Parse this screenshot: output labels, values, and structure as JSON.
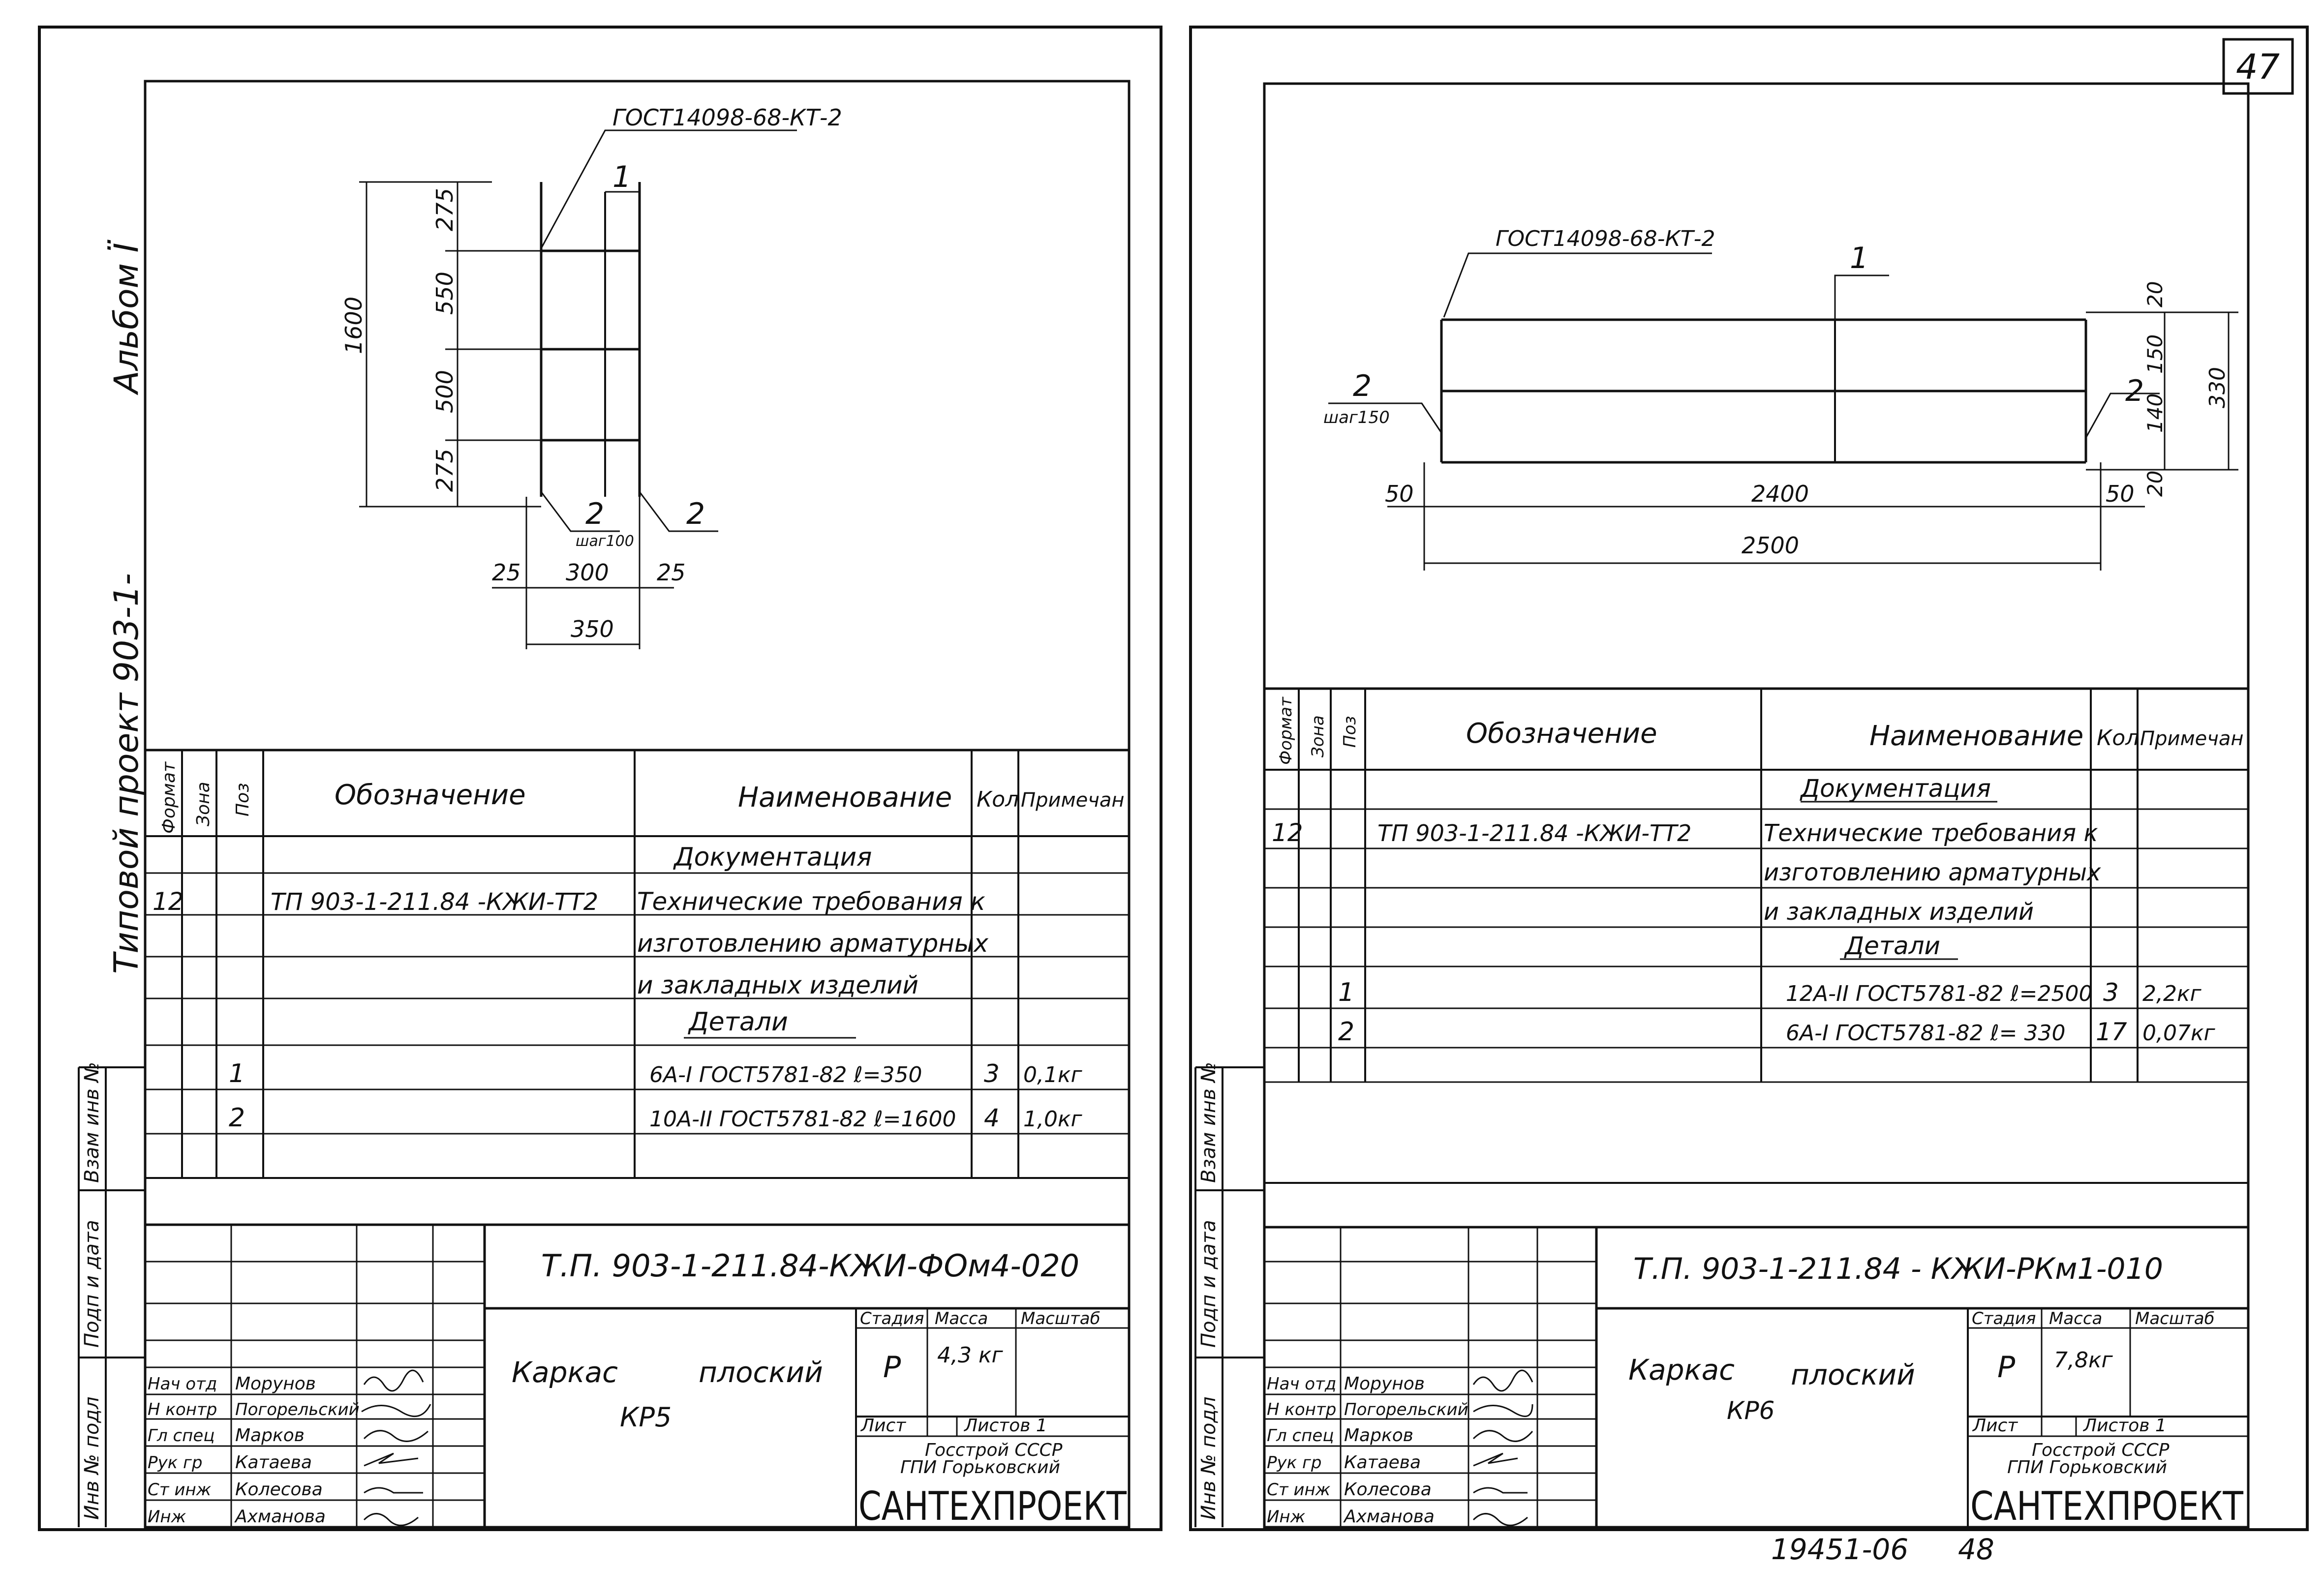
{
  "sheet": {
    "page_number": "47",
    "bottom_number": "19451-06",
    "bottom_page": "48",
    "side_album": "Альбом Ї",
    "side_project": "Типовой проект 903-1-",
    "side_labels": [
      "Взам инв №",
      "Подп и дата",
      "Инв № подл"
    ]
  },
  "left": {
    "drawing": {
      "gost": "ГОСТ14098-68-КТ-2",
      "pos1": "1",
      "pos2": "2",
      "pos2b": "2",
      "step": "шаг100",
      "dim_total": "1600",
      "dims_vertical": [
        "275",
        "550",
        "500",
        "275"
      ],
      "dim_left": "25",
      "dim_mid": "300",
      "dim_right": "25",
      "dim_width": "350"
    },
    "table": {
      "headers": [
        "Формат",
        "Зона",
        "Поз",
        "Обозначение",
        "Наименование",
        "Кол",
        "Примечан"
      ],
      "section_docs": "Документация",
      "doc_row": {
        "format": "12",
        "designation": "ТП 903-1-211.84 -КЖИ-ТТ2"
      },
      "doc_lines": [
        "Технические требования к",
        "изготовлению арматурных",
        "и закладных изделий"
      ],
      "section_parts": "Детали",
      "rows": [
        {
          "pos": "1",
          "name": "6А-I ГОСТ5781-82 ℓ=350",
          "qty": "3",
          "note": "0,1кг"
        },
        {
          "pos": "2",
          "name": "10А-II ГОСТ5781-82 ℓ=1600",
          "qty": "4",
          "note": "1,0кг"
        }
      ]
    },
    "stamp": {
      "code": "Т.П. 903-1-211.84-КЖИ-ФОм4-020",
      "title_a": "Каркас",
      "title_b": "плоский",
      "mark": "КР5",
      "stage_label": "Стадия",
      "mass_label": "Масса",
      "scale_label": "Масштаб",
      "stage": "Р",
      "mass": "4,3 кг",
      "sheet_label": "Лист",
      "sheets_label": "Листов 1",
      "org1": "Госстрой СССР",
      "org2": "ГПИ Горьковский",
      "org3": "САНТЕХПРОЕКТ",
      "people": [
        {
          "role": "Нач отд",
          "name": "Морунов"
        },
        {
          "role": "Н контр",
          "name": "Погорельский"
        },
        {
          "role": "Гл спец",
          "name": "Марков"
        },
        {
          "role": "Рук гр",
          "name": "Катаева"
        },
        {
          "role": "Ст инж",
          "name": "Колесова"
        },
        {
          "role": "Инж",
          "name": "Ахманова"
        }
      ]
    }
  },
  "right": {
    "drawing": {
      "gost": "ГОСТ14098-68-КТ-2",
      "pos1": "1",
      "pos2": "2",
      "pos2b": "2",
      "step": "шаг150",
      "dims_vertical": [
        "20",
        "150",
        "140",
        "20"
      ],
      "dim_total_v": "330",
      "dim_left": "50",
      "dim_mid": "2400",
      "dim_right": "50",
      "dim_total": "2500"
    },
    "table": {
      "headers": [
        "Формат",
        "Зона",
        "Поз",
        "Обозначение",
        "Наименование",
        "Кол",
        "Примечан"
      ],
      "section_docs": "Документация",
      "doc_row": {
        "format": "12",
        "designation": "ТП 903-1-211.84 -КЖИ-ТТ2"
      },
      "doc_lines": [
        "Технические требования к",
        "изготовлению арматурных",
        "и закладных изделий"
      ],
      "section_parts": "Детали",
      "rows": [
        {
          "pos": "1",
          "name": "12А-II ГОСТ5781-82 ℓ=2500",
          "qty": "3",
          "note": "2,2кг"
        },
        {
          "pos": "2",
          "name": "6А-I ГОСТ5781-82 ℓ= 330",
          "qty": "17",
          "note": "0,07кг"
        }
      ]
    },
    "stamp": {
      "code": "Т.П. 903-1-211.84 - КЖИ-РКм1-010",
      "title_a": "Каркас",
      "title_b": "плоский",
      "mark": "КР6",
      "stage_label": "Стадия",
      "mass_label": "Масса",
      "scale_label": "Масштаб",
      "stage": "Р",
      "mass": "7,8кг",
      "sheet_label": "Лист",
      "sheets_label": "Листов 1",
      "org1": "Госстрой СССР",
      "org2": "ГПИ Горьковский",
      "org3": "САНТЕХПРОЕКТ",
      "people": [
        {
          "role": "Нач отд",
          "name": "Морунов"
        },
        {
          "role": "Н контр",
          "name": "Погорельский"
        },
        {
          "role": "Гл спец",
          "name": "Марков"
        },
        {
          "role": "Рук гр",
          "name": "Катаева"
        },
        {
          "role": "Ст инж",
          "name": "Колесова"
        },
        {
          "role": "Инж",
          "name": "Ахманова"
        }
      ]
    }
  }
}
